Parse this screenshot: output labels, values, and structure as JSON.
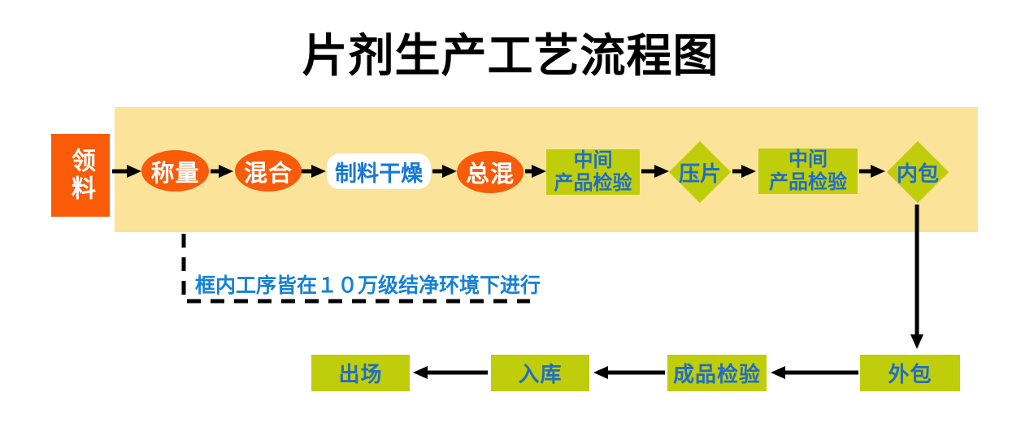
{
  "title": "片剂生产工艺流程图",
  "note": "框内工序皆在１０万级结净环境下进行",
  "colors": {
    "node_orange": "#F95B08",
    "band_yellow": "#FCE39A",
    "node_green": "#C0CD0B",
    "label_blue": "#1E6EC6",
    "note_blue": "#1581D6",
    "arrow_black": "#000000",
    "title_black": "#000000"
  },
  "nodes": {
    "start": {
      "label": "领料",
      "shape": "rectangle"
    },
    "weigh": {
      "label": "称量",
      "shape": "ellipse"
    },
    "mix": {
      "label": "混合",
      "shape": "ellipse"
    },
    "granulate_dry": {
      "label": "制料干燥",
      "shape": "rounded-rectangle"
    },
    "final_mix": {
      "label": "总混",
      "shape": "ellipse"
    },
    "inspect1": {
      "line1": "中间",
      "line2": "产品检验",
      "shape": "rectangle"
    },
    "press": {
      "label": "压片",
      "shape": "diamond"
    },
    "inspect2": {
      "line1": "中间",
      "line2": "产品检验",
      "shape": "rectangle"
    },
    "inner_pack": {
      "label": "内包",
      "shape": "diamond"
    },
    "outer_pack": {
      "label": "外包",
      "shape": "rectangle"
    },
    "final_inspect": {
      "label": "成品检验",
      "shape": "rectangle"
    },
    "warehouse": {
      "label": "入库",
      "shape": "rectangle"
    },
    "ship_out": {
      "label": "出场",
      "shape": "rectangle"
    }
  }
}
